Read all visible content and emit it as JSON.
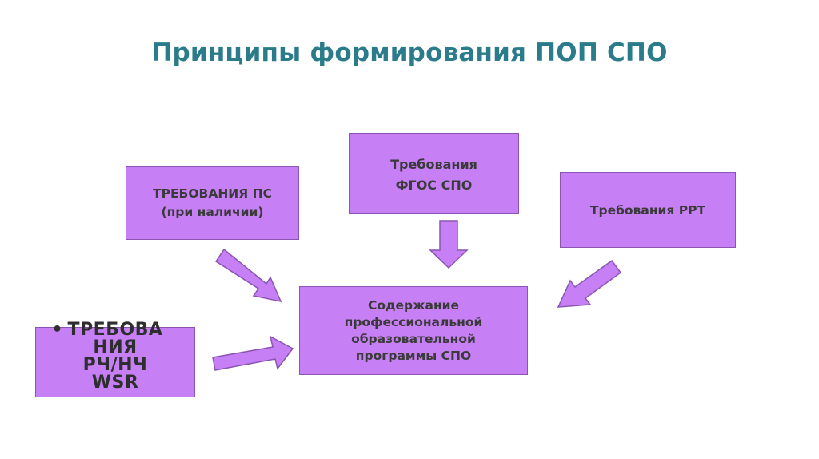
{
  "title": "Принципы формирования ПОП СПО",
  "boxes": {
    "ps": {
      "line1": "ТРЕБОВАНИЯ ПС",
      "line2": "(при наличии)"
    },
    "fgos": {
      "line1": "Требования",
      "line2": "ФГОС СПО"
    },
    "rrt": {
      "line1": "Требования РРТ"
    },
    "content": {
      "line1": "Содержание",
      "line2": "профессиональной",
      "line3": "образовательной",
      "line4": "программы СПО"
    },
    "rch": {
      "bullet": "•",
      "line1": "ТРЕБОВА",
      "line2": "НИЯ",
      "line3": "РЧ/НЧ",
      "line4": "WSR"
    }
  },
  "colors": {
    "title": "#2b7c8a",
    "box_fill": "#c77ff5",
    "box_border": "#8a55b0",
    "arrow_fill": "#c77ff5",
    "arrow_stroke": "#8a55b0"
  }
}
